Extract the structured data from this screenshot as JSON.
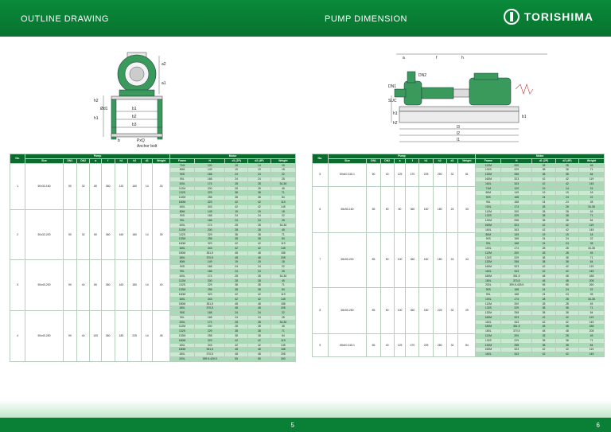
{
  "brand": {
    "name": "TORISHIMA"
  },
  "left_page": {
    "title": "OUTLINE DRAWING",
    "page_number": "5",
    "drawing_labels": {
      "a2": "a2",
      "a1": "a1",
      "b1": "b1",
      "b2": "b2",
      "b3": "b3",
      "d1": "Ød1",
      "pxq": "PxQ",
      "anchor": "Anchor bolt",
      "b": "b",
      "h1": "h1",
      "h2": "h2"
    },
    "table": {
      "group_pump": "Pump",
      "group_motor": "Motor",
      "headers": [
        "No.",
        "Size",
        "DN1",
        "DN2",
        "a",
        "f",
        "h1",
        "h2",
        "d1",
        "Weight",
        "Frame",
        "H",
        "d1 (2P)",
        "d2 (4P)",
        "Weight"
      ],
      "groups": [
        {
          "no": "1",
          "size": "50x32-160",
          "dn1": "50",
          "dn2": "32",
          "a": "80",
          "f": "360",
          "h1": "132",
          "h2": "160",
          "d1": "14",
          "weight": "33",
          "motor": [
            [
              "71M",
              "120",
              "19",
              "14",
              "15"
            ],
            [
              "80M",
              "149",
              "19",
              "19",
              "18"
            ],
            [
              "90S",
              "168",
              "24",
              "24",
              "22"
            ],
            [
              "90L",
              "168",
              "24",
              "24",
              "28"
            ],
            [
              "100L",
              "174",
              "28",
              "28",
              "34-36"
            ],
            [
              "112M",
              "200",
              "28",
              "28",
              "45"
            ],
            [
              "132S",
              "229",
              "38",
              "38",
              "71"
            ],
            [
              "132M",
              "258",
              "38",
              "38",
              "84"
            ],
            [
              "160M",
              "323",
              "42",
              "42",
              "119"
            ],
            [
              "160L",
              "343",
              "42",
              "42",
              "145"
            ]
          ]
        },
        {
          "no": "2",
          "size": "50x32-200",
          "dn1": "50",
          "dn2": "32",
          "a": "80",
          "f": "360",
          "h1": "160",
          "h2": "180",
          "d1": "14",
          "weight": "39",
          "motor": [
            [
              "80M",
              "149",
              "19",
              "19",
              "18"
            ],
            [
              "90S",
              "168",
              "24",
              "24",
              "22"
            ],
            [
              "90L",
              "168",
              "24",
              "24",
              "28"
            ],
            [
              "100L",
              "174",
              "28",
              "28",
              "34-36"
            ],
            [
              "112M",
              "200",
              "28",
              "28",
              "45"
            ],
            [
              "132S",
              "229",
              "38",
              "38",
              "71"
            ],
            [
              "132M",
              "258",
              "38",
              "38",
              "84"
            ],
            [
              "160M",
              "323",
              "42",
              "42",
              "119"
            ],
            [
              "160L",
              "343",
              "42",
              "42",
              "145"
            ],
            [
              "180M",
              "351,5",
              "48",
              "48",
              "188"
            ],
            [
              "180L",
              "370,5",
              "48",
              "48",
              "208"
            ]
          ]
        },
        {
          "no": "3",
          "size": "50x40-200",
          "dn1": "50",
          "dn2": "40",
          "a": "80",
          "f": "360",
          "h1": "160",
          "h2": "180",
          "d1": "14",
          "weight": "40",
          "motor": [
            [
              "80M",
              "149",
              "19",
              "19",
              "18"
            ],
            [
              "90S",
              "168",
              "24",
              "24",
              "22"
            ],
            [
              "90L",
              "168",
              "24",
              "24",
              "28"
            ],
            [
              "100L",
              "174",
              "28",
              "28",
              "34-36"
            ],
            [
              "112M",
              "200",
              "28",
              "28",
              "45"
            ],
            [
              "132S",
              "229",
              "38",
              "38",
              "71"
            ],
            [
              "132M",
              "258",
              "38",
              "38",
              "84"
            ],
            [
              "160M",
              "323",
              "42",
              "42",
              "119"
            ],
            [
              "160L",
              "343",
              "42",
              "42",
              "145"
            ],
            [
              "180M",
              "351,5",
              "48",
              "48",
              "188"
            ],
            [
              "180L",
              "370,5",
              "48",
              "48",
              "208"
            ]
          ]
        },
        {
          "no": "4",
          "size": "50x40-250",
          "dn1": "50",
          "dn2": "40",
          "a": "100",
          "f": "360",
          "h1": "180",
          "h2": "225",
          "d1": "14",
          "weight": "48",
          "motor": [
            [
              "90S",
              "168",
              "24",
              "24",
              "22"
            ],
            [
              "90L",
              "168",
              "24",
              "24",
              "28"
            ],
            [
              "100L",
              "174",
              "28",
              "28",
              "34-36"
            ],
            [
              "112M",
              "200",
              "28",
              "28",
              "45"
            ],
            [
              "132S",
              "229",
              "38",
              "38",
              "71"
            ],
            [
              "132M",
              "258",
              "38",
              "38",
              "84"
            ],
            [
              "160M",
              "323",
              "42",
              "42",
              "119"
            ],
            [
              "160L",
              "343",
              "42",
              "42",
              "145"
            ],
            [
              "180M",
              "351,5",
              "48",
              "48",
              "188"
            ],
            [
              "180L",
              "370,5",
              "48",
              "48",
              "208"
            ],
            [
              "200L",
              "399.5-425.5",
              "55",
              "55",
              "260"
            ]
          ]
        }
      ]
    }
  },
  "right_page": {
    "title": "PUMP DIMENSION",
    "page_number": "6",
    "drawing_labels": {
      "a": "a",
      "f": "f",
      "h": "h",
      "dn2": "DN2",
      "dn1": "DN1",
      "suc": "SUC",
      "l3": "l3",
      "l2": "l2",
      "l1": "l1",
      "b1": "b1",
      "h1": "h1",
      "h2": "h2"
    },
    "table": {
      "group_pump": "Pump",
      "group_motor": "Motor",
      "headers": [
        "No.",
        "Size",
        "DN1",
        "DN2",
        "a",
        "f",
        "h1",
        "h2",
        "d1",
        "Weight",
        "Frame",
        "H",
        "d1 (2P)",
        "d2 (4P)",
        "Weight"
      ],
      "groups": [
        {
          "no": "5",
          "size": "50x40-315.1",
          "dn1": "50",
          "dn2": "40",
          "a": "125",
          "f": "470",
          "h1": "225",
          "h2": "250",
          "d1": "32",
          "weight": "81",
          "motor": [
            [
              "112M",
              "200",
              "28",
              "28",
              "45"
            ],
            [
              "132S",
              "229",
              "38",
              "38",
              "71"
            ],
            [
              "132M",
              "258",
              "38",
              "38",
              "84"
            ],
            [
              "160M",
              "323",
              "42",
              "42",
              "119"
            ],
            [
              "160L",
              "343",
              "42",
              "42",
              "145"
            ]
          ]
        },
        {
          "no": "6",
          "size": "65x50-160",
          "dn1": "65",
          "dn2": "50",
          "a": "80",
          "f": "360",
          "h1": "160",
          "h2": "180",
          "d1": "24",
          "weight": "33",
          "motor": [
            [
              "71M",
              "120",
              "19",
              "14",
              "15"
            ],
            [
              "80M",
              "149",
              "19",
              "19",
              "18"
            ],
            [
              "90S",
              "168",
              "24",
              "24",
              "22"
            ],
            [
              "90L",
              "168",
              "24",
              "24",
              "28"
            ],
            [
              "100L",
              "174",
              "28",
              "28",
              "34-36"
            ],
            [
              "112M",
              "200",
              "28",
              "28",
              "45"
            ],
            [
              "132S",
              "229",
              "38",
              "38",
              "71"
            ],
            [
              "132M",
              "258",
              "38",
              "38",
              "84"
            ],
            [
              "160M",
              "323",
              "42",
              "42",
              "119"
            ],
            [
              "160L",
              "343",
              "42",
              "42",
              "145"
            ]
          ]
        },
        {
          "no": "7",
          "size": "65x50-200",
          "dn1": "65",
          "dn2": "50",
          "a": "100",
          "f": "360",
          "h1": "160",
          "h2": "180",
          "d1": "24",
          "weight": "44",
          "motor": [
            [
              "80M",
              "149",
              "19",
              "19",
              "18"
            ],
            [
              "90S",
              "168",
              "24",
              "24",
              "22"
            ],
            [
              "90L",
              "168",
              "24",
              "24",
              "28"
            ],
            [
              "100L",
              "174",
              "28",
              "28",
              "34-36"
            ],
            [
              "112M",
              "200",
              "28",
              "28",
              "45"
            ],
            [
              "132S",
              "229",
              "38",
              "38",
              "71"
            ],
            [
              "132M",
              "258",
              "38",
              "38",
              "84"
            ],
            [
              "160M",
              "323",
              "42",
              "42",
              "119"
            ],
            [
              "160L",
              "343",
              "42",
              "42",
              "145"
            ],
            [
              "180M",
              "351,5",
              "48",
              "48",
              "188"
            ],
            [
              "180L",
              "370,5",
              "48",
              "48",
              "208"
            ],
            [
              "200L",
              "399.5-425.5",
              "55",
              "55",
              "260"
            ]
          ]
        },
        {
          "no": "8",
          "size": "65x50-250",
          "dn1": "65",
          "dn2": "50",
          "a": "100",
          "f": "360",
          "h1": "180",
          "h2": "225",
          "d1": "32",
          "weight": "49",
          "motor": [
            [
              "90S",
              "168",
              "24",
              "24",
              "22"
            ],
            [
              "90L",
              "168",
              "24",
              "24",
              "28"
            ],
            [
              "100L",
              "174",
              "28",
              "28",
              "34-36"
            ],
            [
              "112M",
              "200",
              "28",
              "28",
              "45"
            ],
            [
              "132S",
              "229",
              "38",
              "38",
              "71"
            ],
            [
              "132M",
              "258",
              "38",
              "38",
              "84"
            ],
            [
              "160M",
              "323",
              "42",
              "42",
              "119"
            ],
            [
              "160L",
              "343",
              "42",
              "42",
              "145"
            ],
            [
              "180M",
              "351,5",
              "48",
              "48",
              "188"
            ],
            [
              "180L",
              "370,5",
              "48",
              "48",
              "208"
            ]
          ]
        },
        {
          "no": "9",
          "size": "65x40-315.1",
          "dn1": "65",
          "dn2": "40",
          "a": "125",
          "f": "470",
          "h1": "225",
          "h2": "280",
          "d1": "32",
          "weight": "84",
          "motor": [
            [
              "112M",
              "200",
              "28",
              "28",
              "45"
            ],
            [
              "132S",
              "229",
              "38",
              "38",
              "71"
            ],
            [
              "132M",
              "258",
              "38",
              "38",
              "84"
            ],
            [
              "160M",
              "323",
              "42",
              "42",
              "119"
            ],
            [
              "160L",
              "343",
              "42",
              "42",
              "145"
            ]
          ]
        }
      ]
    }
  }
}
